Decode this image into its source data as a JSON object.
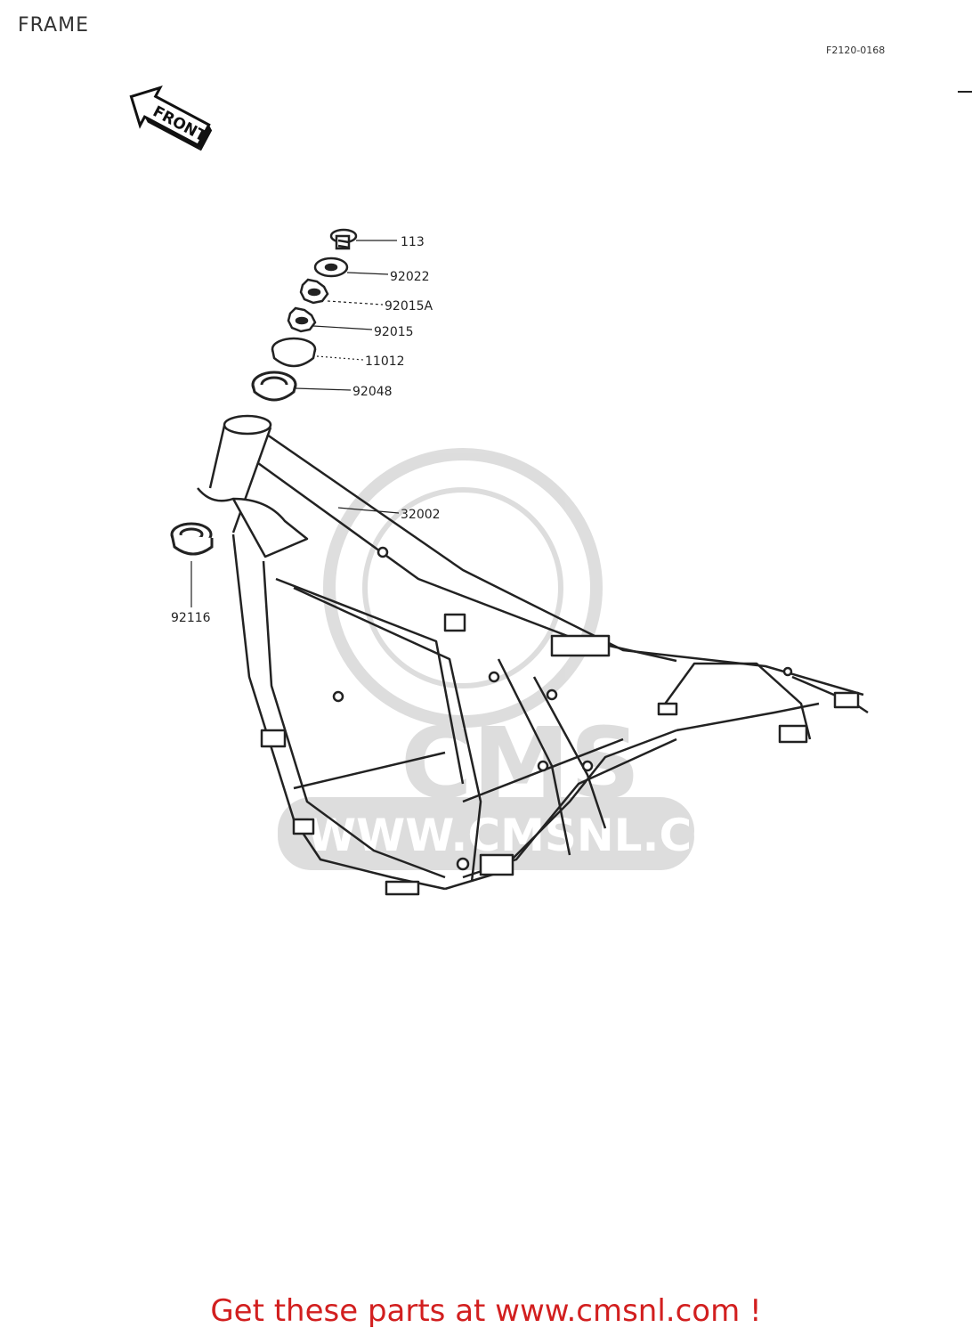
{
  "header": {
    "title": "FRAME",
    "diagram_code": "F2120-0168"
  },
  "direction_badge": {
    "label": "FRONT",
    "icon": "front-arrow-icon"
  },
  "callouts": [
    {
      "part": "113"
    },
    {
      "part": "92022"
    },
    {
      "part": "92015A"
    },
    {
      "part": "92015"
    },
    {
      "part": "11012"
    },
    {
      "part": "92048"
    },
    {
      "part": "32002"
    },
    {
      "part": "92116"
    }
  ],
  "watermark": {
    "text": "WWW.CMSNL.COM",
    "logo": "CMS"
  },
  "footer": {
    "cta": "Get these parts at www.cmsnl.com !",
    "color": "#d21f1f"
  }
}
